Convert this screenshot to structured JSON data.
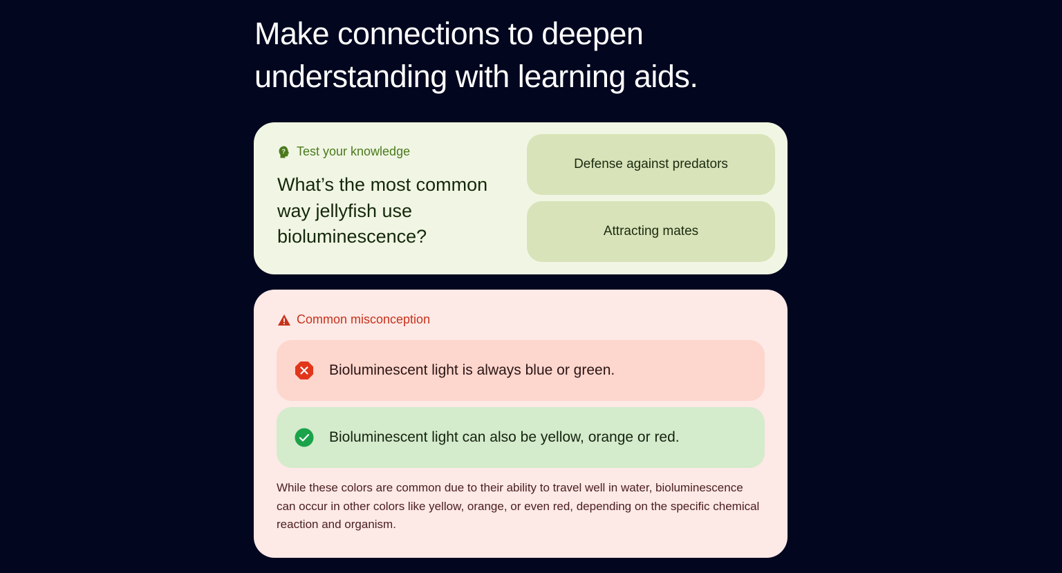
{
  "headline": "Make connections to deepen understanding with learning aids.",
  "quiz_card": {
    "label": "Test your knowledge",
    "label_icon": "help-head-icon",
    "question": "What’s the most common way jellyfish use bioluminescence?",
    "options": [
      {
        "label": "Defense against predators"
      },
      {
        "label": "Attracting mates"
      }
    ],
    "colors": {
      "background": "#f1f6e4",
      "option": "#d8e3b9",
      "accent": "#4a7a1c"
    }
  },
  "misconception_card": {
    "label": "Common misconception",
    "label_icon": "warning-triangle-icon",
    "wrong": {
      "icon": "stop-x-icon",
      "text": "Bioluminescent light is always blue or green."
    },
    "right": {
      "icon": "check-circle-icon",
      "text": "Bioluminescent light can also be yellow, orange or red."
    },
    "description": "While these colors are common due to their ability to travel well in water, bioluminescence can occur in other colors like yellow, orange, or even red, depending on the specific chemical reaction and organism.",
    "colors": {
      "background": "#fde9e6",
      "wrong": "#fdd6cd",
      "right": "#d4ebcc",
      "accent": "#c5321b",
      "check": "#1aa34a",
      "x": "#e2361b"
    }
  }
}
